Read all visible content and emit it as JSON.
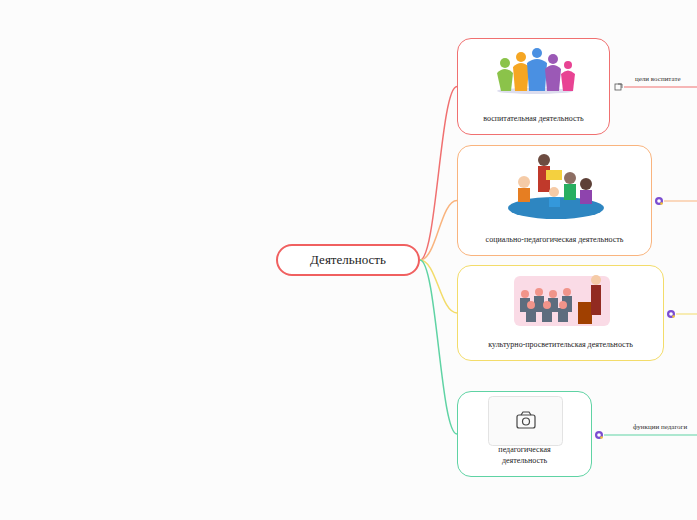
{
  "diagram": {
    "nodes": [
      {
        "text": [
          "Деятельность"
        ]
      },
      {
        "text": [
          "воспитательная деятельность"
        ]
      },
      {
        "text": [
          "социально-педагогическая деятельность"
        ]
      },
      {
        "text": [
          "культурно-просветительская деятельность"
        ]
      },
      {
        "text": [
          "педагогическая деятельность"
        ]
      }
    ],
    "edges": [
      {
        "from": 0,
        "to": 1,
        "arrow": "none"
      },
      {
        "from": 0,
        "to": 2,
        "arrow": "none"
      },
      {
        "from": 0,
        "to": 3,
        "arrow": "none"
      },
      {
        "from": 0,
        "to": 4,
        "arrow": "none"
      }
    ],
    "labels": [
      "цели воспитате",
      "функции педагоги"
    ]
  }
}
